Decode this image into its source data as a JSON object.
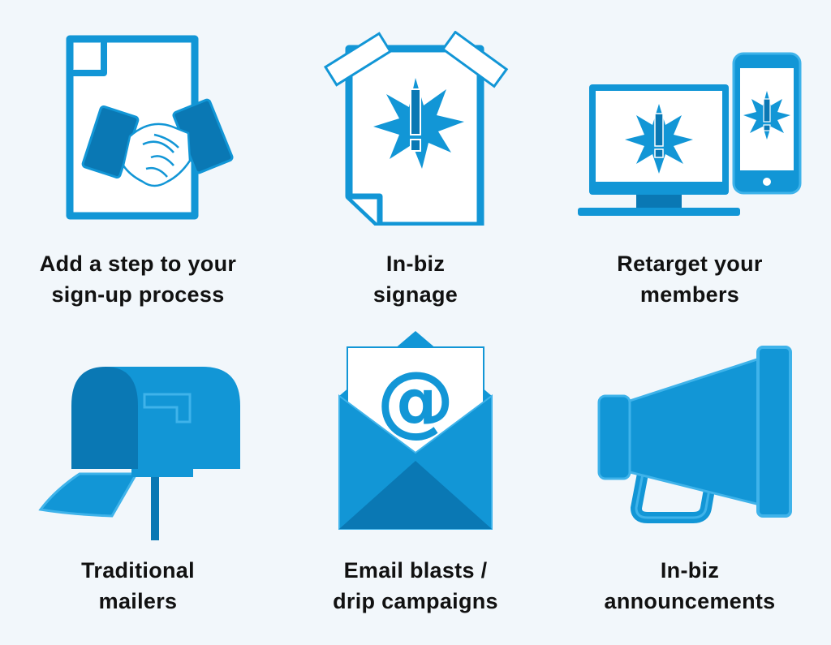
{
  "colors": {
    "primary": "#1296d6",
    "dark": "#0a78b4",
    "light": "#3fb3ea",
    "white": "#ffffff",
    "background": "#f2f7fb",
    "text": "#111111"
  },
  "items": [
    {
      "icon": "handshake-document-icon",
      "line1": "Add a step to your",
      "line2": "sign-up process"
    },
    {
      "icon": "taped-sign-icon",
      "line1": "In-biz",
      "line2": "signage"
    },
    {
      "icon": "monitor-phone-icon",
      "line1": "Retarget your",
      "line2": "members"
    },
    {
      "icon": "mailbox-icon",
      "line1": "Traditional",
      "line2": "mailers"
    },
    {
      "icon": "email-envelope-icon",
      "line1": "Email blasts /",
      "line2": "drip campaigns"
    },
    {
      "icon": "megaphone-icon",
      "line1": "In-biz",
      "line2": "announcements"
    }
  ]
}
